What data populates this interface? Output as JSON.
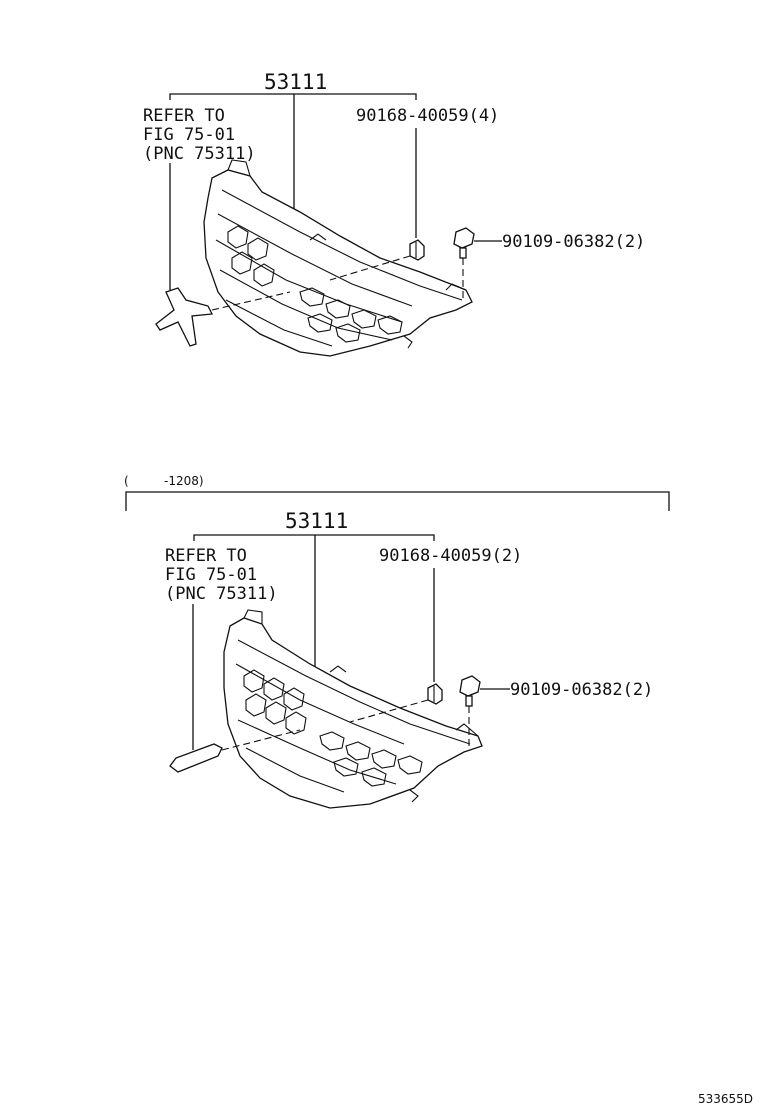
{
  "diagram_id": "533655D",
  "section_top": {
    "main_part": "53111",
    "refer_lines": [
      "REFER TO",
      "FIG 75-01",
      "(PNC 75311)"
    ],
    "clip_part": "90168-40059(4)",
    "screw_part": "90109-06382(2)"
  },
  "section_bottom": {
    "range_open": "(",
    "range_value": "-1208)",
    "main_part": "53111",
    "refer_lines": [
      "REFER TO",
      "FIG 75-01",
      "(PNC 75311)"
    ],
    "clip_part": "90168-40059(2)",
    "screw_part": "90109-06382(2)"
  }
}
